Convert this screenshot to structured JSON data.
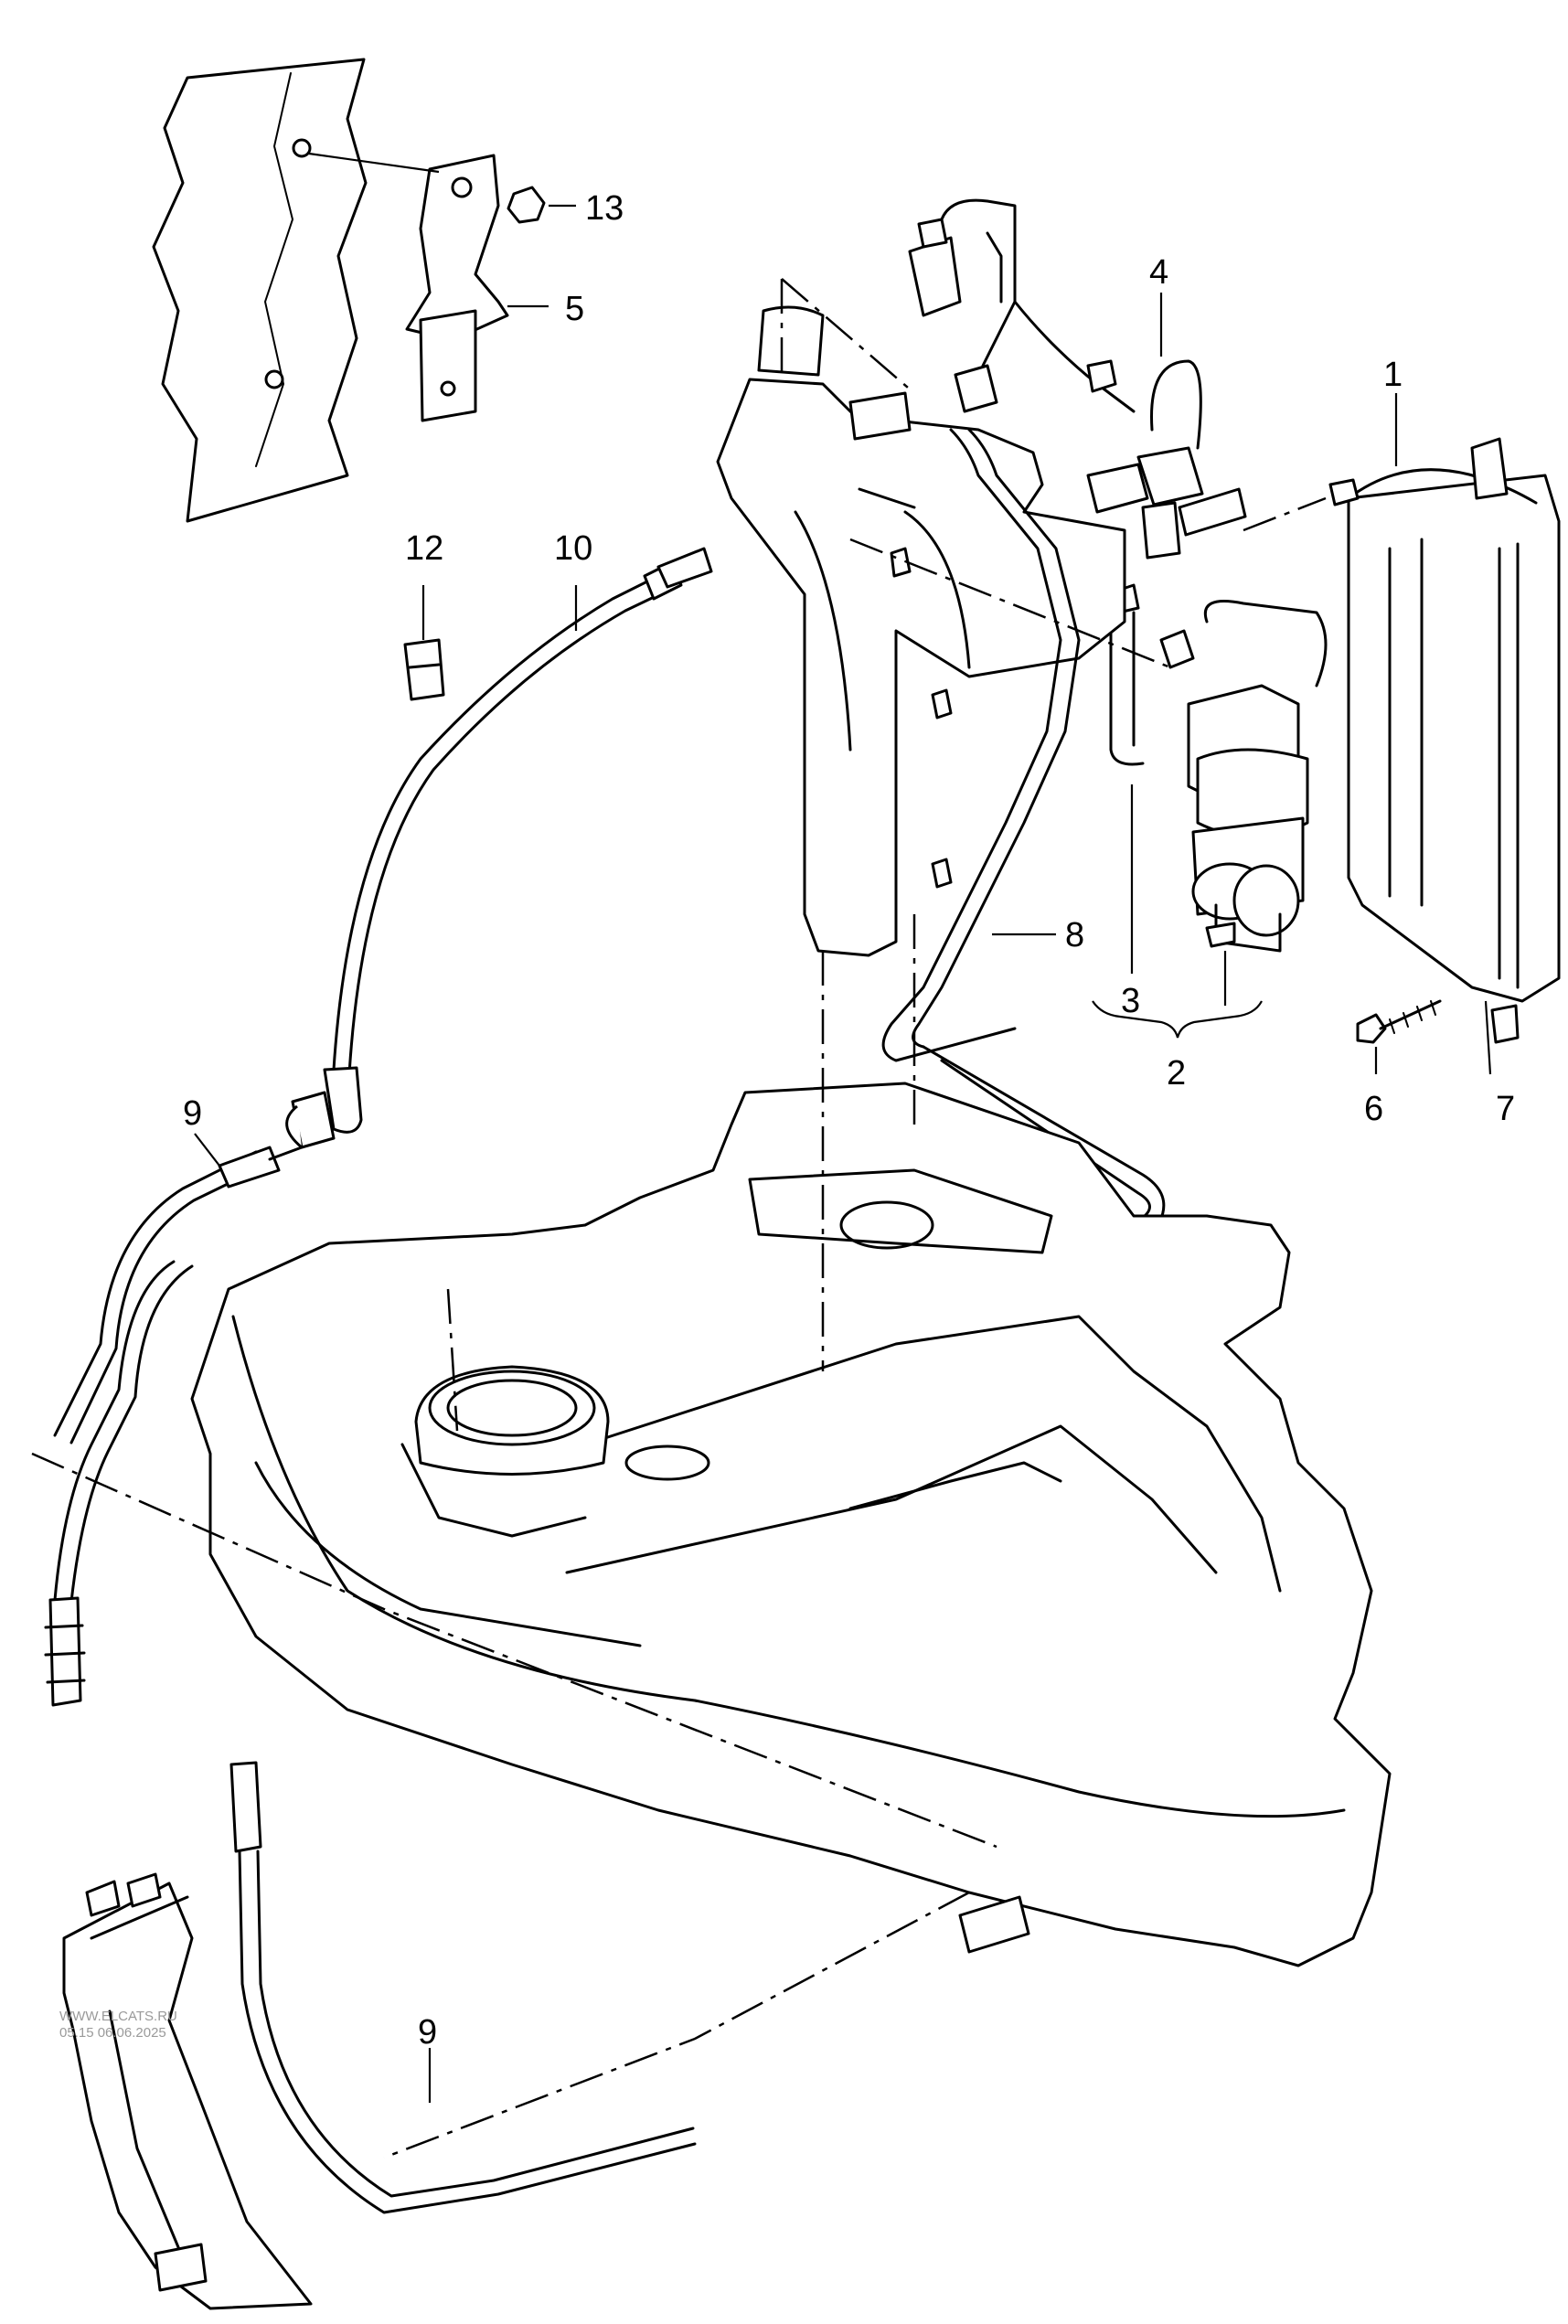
{
  "callouts": {
    "c1": "1",
    "c2": "2",
    "c3": "3",
    "c4": "4",
    "c5": "5",
    "c6": "6",
    "c7": "7",
    "c8": "8",
    "c9a": "9",
    "c9b": "9",
    "c10": "10",
    "c12": "12",
    "c13": "13"
  },
  "watermark": {
    "line1": "WWW.ELCATS.RU",
    "line2": "05.15 06.06.2025"
  }
}
